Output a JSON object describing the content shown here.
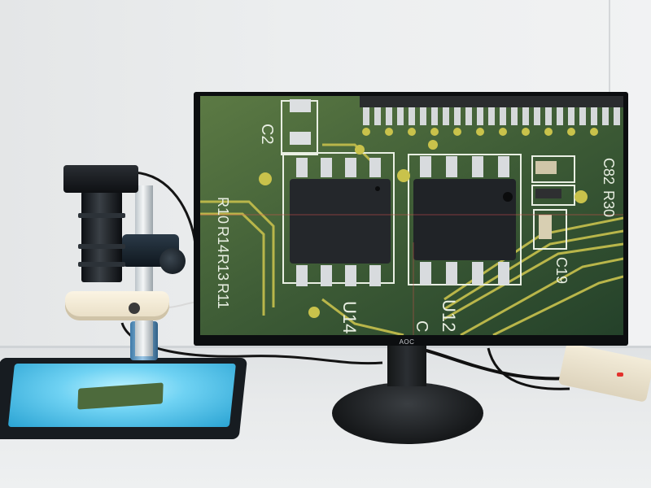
{
  "scene": {
    "description_labels": {
      "monitor_brand": "AOC"
    },
    "board_labels": [
      {
        "text": "C2"
      },
      {
        "text": "C82"
      },
      {
        "text": "R30"
      },
      {
        "text": "C19"
      },
      {
        "text": "R10"
      },
      {
        "text": "R14"
      },
      {
        "text": "R13"
      },
      {
        "text": "R11"
      },
      {
        "text": "U14"
      },
      {
        "text": "U12"
      },
      {
        "text": "C"
      }
    ],
    "colors": {
      "pcb_green": "#3f5f37",
      "trace_yellow": "#c9c24b",
      "silk_white": "#e9efe3",
      "chip_body": "#23262a",
      "pad_silver": "#d6d9dc",
      "stage_glow": "#6fd2f3"
    }
  }
}
